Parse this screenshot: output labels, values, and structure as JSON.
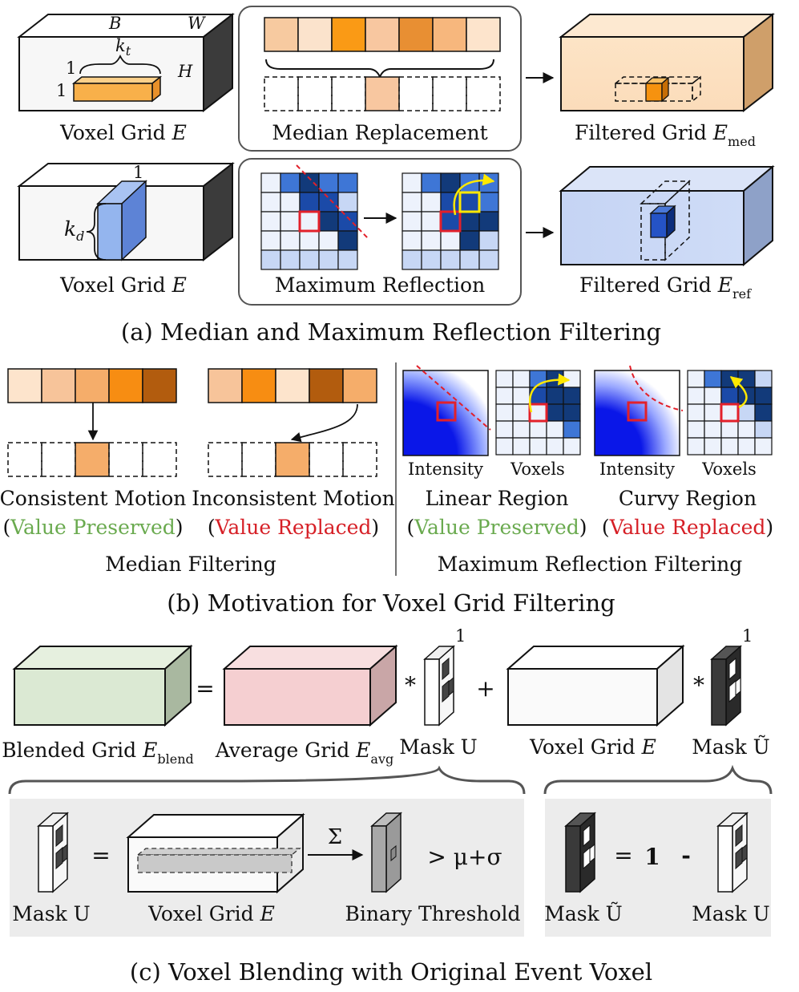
{
  "colors": {
    "orange_shades": [
      "#f7caa0",
      "#fbe3cc",
      "#fa9a15",
      "#f8c7a0",
      "#e88f33",
      "#f7b77d",
      "#fde4cc"
    ],
    "orange_light": "#fde9d1",
    "orange_dark": "#b25c0e",
    "blue_light": "#c7d7f5",
    "blue_dark": "#1a3b8c",
    "blue_mid": "#3e76d6",
    "green_box": "#dbe9d3",
    "pink_box": "#f5cfd1",
    "panel_gray": "#ececec",
    "highlight_red": "#e2202a",
    "highlight_yellow": "#ffe800",
    "preserved_green": "#6aaa4f",
    "replaced_red": "#d61f26"
  },
  "panel_a": {
    "row1": {
      "cube": {
        "dims": {
          "b": "B",
          "w": "W",
          "h": "H"
        },
        "kernel": {
          "k": "k",
          "k_sub": "t",
          "one_a": "1",
          "one_b": "1"
        },
        "caption": "Voxel Grid ",
        "caption_var": "E"
      },
      "method_label": "Median Replacement",
      "result_caption": "Filtered Grid ",
      "result_var": "E",
      "result_sub": "med"
    },
    "row2": {
      "cube": {
        "kernel": {
          "k": "k",
          "k_sub": "d",
          "one": "1"
        },
        "caption": "Voxel Grid ",
        "caption_var": "E"
      },
      "method_label": "Maximum Reflection",
      "result_caption": "Filtered Grid ",
      "result_var": "E",
      "result_sub": "ref"
    },
    "title": "(a) Median and Maximum Reflection Filtering"
  },
  "panel_b": {
    "median": {
      "consistent": {
        "label": "Consistent Motion",
        "status": "Value Preserved"
      },
      "inconsistent": {
        "label": "Inconsistent Motion",
        "status": "Value Replaced"
      },
      "group_label": "Median Filtering"
    },
    "reflection": {
      "intensity_label": "Intensity",
      "voxels_label": "Voxels",
      "linear": {
        "label": "Linear Region",
        "status": "Value Preserved"
      },
      "curvy": {
        "label": "Curvy Region",
        "status": "Value Replaced"
      },
      "group_label": "Maximum Reflection Filtering"
    },
    "title": "(b) Motivation for Voxel Grid Filtering"
  },
  "panel_c": {
    "equation": {
      "blended_caption": "Blended Grid ",
      "blended_var": "E",
      "blended_sub": "blend",
      "equals": "=",
      "average_caption": "Average Grid ",
      "average_var": "E",
      "average_sub": "avg",
      "times1": "*",
      "mask_u": "Mask U",
      "mask_depth1": "1",
      "plus": "+",
      "voxel_caption": "Voxel Grid ",
      "voxel_var": "E",
      "times2": "*",
      "mask_u_tilde": "Mask Ũ",
      "mask_depth2": "1"
    },
    "threshold": {
      "mask_u": "Mask U",
      "equals": "=",
      "voxel_caption": "Voxel Grid ",
      "voxel_var": "E",
      "sum": "Σ",
      "compare": "> μ+σ",
      "binary_label": "Binary Threshold"
    },
    "complement": {
      "mask_u_tilde": "Mask Ũ",
      "equals": "=",
      "one": "1",
      "minus": "-",
      "mask_u": "Mask U"
    },
    "title": "(c) Voxel Blending with Original Event Voxel"
  }
}
